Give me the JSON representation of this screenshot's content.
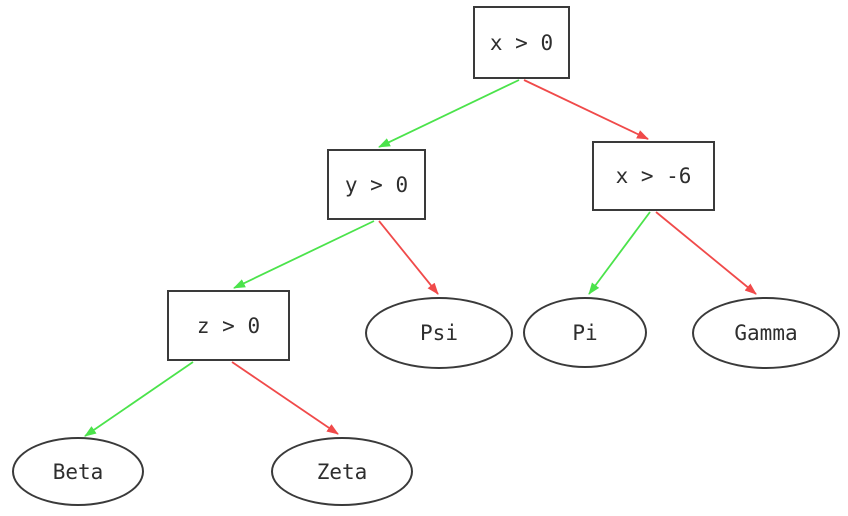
{
  "diagram": {
    "type": "decision-tree",
    "background": "#ffffff",
    "colors": {
      "true_branch": "#4be34b",
      "false_branch": "#f04a4a",
      "node_border": "#3a3a3a",
      "node_fill": "#ffffff",
      "text": "#2e2e2e"
    },
    "nodes": [
      {
        "id": "x_gt_0",
        "label": "x > 0",
        "shape": "box"
      },
      {
        "id": "y_gt_0",
        "label": "y > 0",
        "shape": "box"
      },
      {
        "id": "x_gt_neg6",
        "label": "x > -6",
        "shape": "box"
      },
      {
        "id": "z_gt_0",
        "label": "z > 0",
        "shape": "box"
      },
      {
        "id": "psi",
        "label": "Psi",
        "shape": "ellipse"
      },
      {
        "id": "pi",
        "label": "Pi",
        "shape": "ellipse"
      },
      {
        "id": "gamma",
        "label": "Gamma",
        "shape": "ellipse"
      },
      {
        "id": "beta",
        "label": "Beta",
        "shape": "ellipse"
      },
      {
        "id": "zeta",
        "label": "Zeta",
        "shape": "ellipse"
      }
    ],
    "edges": [
      {
        "from": "x_gt_0",
        "to": "y_gt_0",
        "branch": "true"
      },
      {
        "from": "x_gt_0",
        "to": "x_gt_neg6",
        "branch": "false"
      },
      {
        "from": "y_gt_0",
        "to": "z_gt_0",
        "branch": "true"
      },
      {
        "from": "y_gt_0",
        "to": "psi",
        "branch": "false"
      },
      {
        "from": "x_gt_neg6",
        "to": "pi",
        "branch": "true"
      },
      {
        "from": "x_gt_neg6",
        "to": "gamma",
        "branch": "false"
      },
      {
        "from": "z_gt_0",
        "to": "beta",
        "branch": "true"
      },
      {
        "from": "z_gt_0",
        "to": "zeta",
        "branch": "false"
      }
    ]
  }
}
